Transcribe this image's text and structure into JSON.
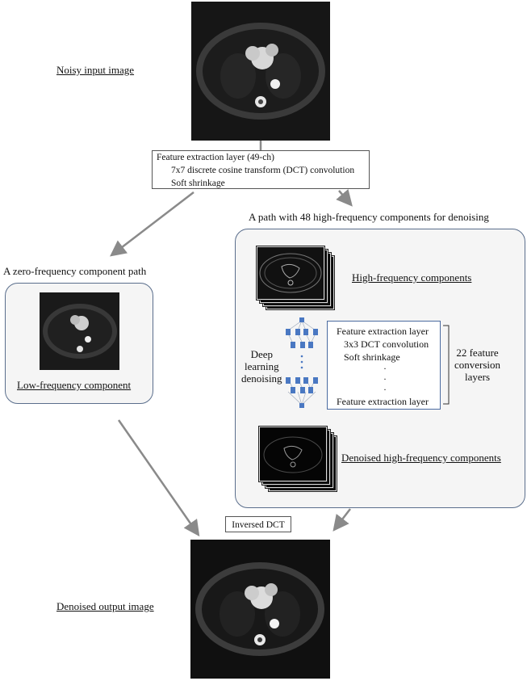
{
  "labels": {
    "noisy_input": "Noisy input image",
    "zero_path": "A zero-frequency component path",
    "low_freq": "Low-frequency component",
    "high_path": "A path with 48 high-frequency components for denoising",
    "high_freq": "High-frequency components",
    "denoised_high": "Denoised high-frequency components",
    "deep_learning": [
      "Deep",
      "learning",
      "denoising"
    ],
    "feature_conversion": [
      "22 feature",
      "conversion",
      "layers"
    ],
    "inversed_dct": "Inversed DCT",
    "denoised_output": "Denoised output image"
  },
  "feature_box_top": {
    "line1": "Feature extraction layer (49-ch)",
    "line2": "7x7 discrete cosine transform (DCT) convolution",
    "line3": "Soft shrinkage"
  },
  "feature_box_inner": {
    "line1": "Feature extraction layer",
    "line2": "3x3 DCT convolution",
    "line3": "Soft shrinkage",
    "dots": [
      "·",
      "·",
      "·"
    ],
    "line_last": "Feature extraction layer"
  },
  "colors": {
    "panel_border": "#5a6e8c",
    "arrow": "#8a8a8a",
    "network_node": "#4a78c2"
  }
}
